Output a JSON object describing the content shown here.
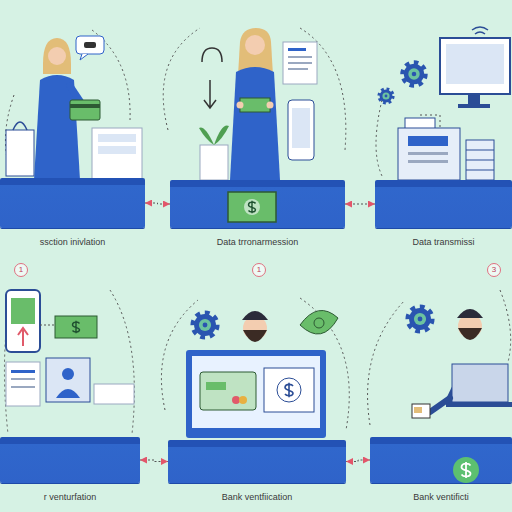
{
  "diagram": {
    "nodes": [
      {
        "text": [
          "ssction inivlation"
        ]
      },
      {
        "text": [
          "Data trronarmession"
        ]
      },
      {
        "text": [
          "Data transmissi"
        ]
      },
      {
        "text": [
          "r venturfation"
        ]
      },
      {
        "text": [
          "Bank ventfiication"
        ]
      },
      {
        "text": [
          "Bank ventificti"
        ]
      }
    ],
    "edges": [
      {
        "from": 0,
        "to": 1,
        "arrow": "both"
      },
      {
        "from": 1,
        "to": 2,
        "arrow": "both"
      },
      {
        "from": 3,
        "to": 4,
        "arrow": "both"
      },
      {
        "from": 4,
        "to": 5,
        "arrow": "both"
      }
    ],
    "labels": [
      "1",
      "1",
      "3"
    ]
  }
}
